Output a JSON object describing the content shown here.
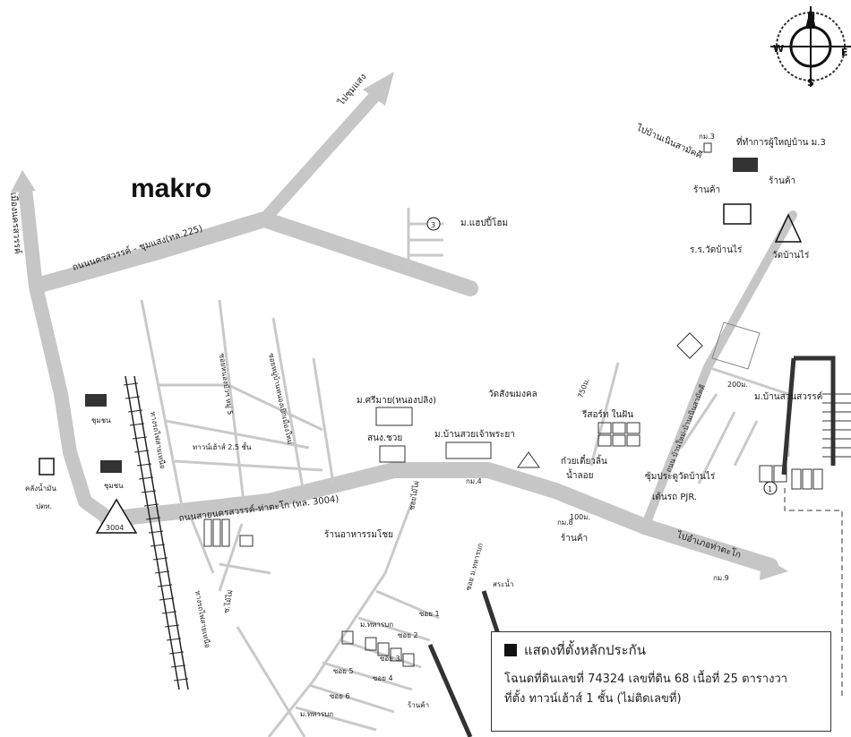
{
  "brand": {
    "makro": "makro"
  },
  "compass": {
    "n": "N",
    "e": "E",
    "s": "S",
    "w": "W"
  },
  "roads": {
    "nakhonsawan_chumsaeng": "ถนนนครสวรรค์ - ชุมแสง(ทล.225)",
    "to_chumsaeng": "ไปชุมแสง",
    "to_nakhonsawan": "เมืองนครสวรรค์",
    "bypass_takhli": "ถนนสายนครสวรรค์-ท่าตะโก (ทล. 3004)",
    "to_takhli": "ไปอำเภอท่าตะโก",
    "to_ban_noen": "ไปบ้านเนินสามัคคี",
    "road_new": "ถนน บ้านใหม่-บ้านเนินสามัคคี",
    "soi_rongrian": "ซอยหนองบัวฯ หมู่ 5",
    "soi_muang": "ซอยหมู่บ้านหนองเบิกเมืองใหม่",
    "soi_mai_phai": "ซ.ไม้ไผ่",
    "soi_nong_bua": "ซอยไม้ไผ่",
    "soi_thaharn": "ซอย ม.ทหารบก",
    "railway_top": "ทางรถไฟสายเหนือ",
    "railway_bottom": "ทางรถไฟสายเหนือ",
    "highway_no": "3004"
  },
  "places": {
    "happy_home": "ม.แฮปปี้โฮม",
    "num3": "3",
    "chumchon1": "ชุมชน",
    "chumchon2": "ชุมชน",
    "oil_depot_1": "คลังน้ำมัน",
    "oil_depot_2": "ปตท.",
    "townhouse": "ทาวน์เฮ้าส์ 2.5 ชั้น",
    "srimai": "ม.ศรีมาย(หนองปลิง)",
    "wat_sang": "วัดสังฆมงคล",
    "ban_suay": "ม.บ้านสวยเจ้าพระยา",
    "police": "สนง.ชวย",
    "restaurant": "ร้านอาหารรมโชย",
    "resort": "รีสอร์ท ในฝัน",
    "noodle": "ก๋วยเตี๋ยวลิ้น",
    "noodle2": "น้ำลอย",
    "km4": "กม.4",
    "km8": "กม.8",
    "km9": "กม.9",
    "km3": "กม.3",
    "shop1": "ร้านค้า",
    "shop2": "ร้านค้า",
    "shop3": "ร้านค้า",
    "shop4": "ร้านค้า",
    "dist_100": "100ม.",
    "dist_750": "750ม.",
    "dist_200": "200ม.",
    "headman": "ที่ทำการผู้ใหญ่บ้าน ม.3",
    "school": "ร.ร.วัดบ้านไร่",
    "wat_ban_rai": "วัดบ้านไร่",
    "junction": "ซุ้มประตูวัดบ้านไร่",
    "bus": "เต้นรถ PJR.",
    "ban_suan": "ม.บ้านสวนสวรรค์",
    "num1": "1",
    "thaharn1": "ม.ทหารบก",
    "thaharn2": "ม.ทหารบก",
    "pond": "สระน้ำ",
    "soi1": "ซอย 1",
    "soi2": "ซอย 2",
    "soi3": "ซอย 3",
    "soi4": "ซอย 4",
    "soi5": "ซอย 5",
    "soi6": "ซอย 6"
  },
  "legend": {
    "title": "แสดงที่ตั้งหลักประกัน",
    "line1": "โฉนดที่ดินเลขที่ 74324 เลขที่ดิน 68 เนื้อที่ 25  ตารางวา",
    "line2": "ที่ตั้ง ทาวน์เฮ้าส์ 1 ชั้น  (ไม่ติดเลขที่)"
  },
  "colors": {
    "road": "#c8c8c8",
    "road_edge": "#b0b0b0",
    "ink": "#1a1a1a",
    "dark_road": "#333333"
  }
}
